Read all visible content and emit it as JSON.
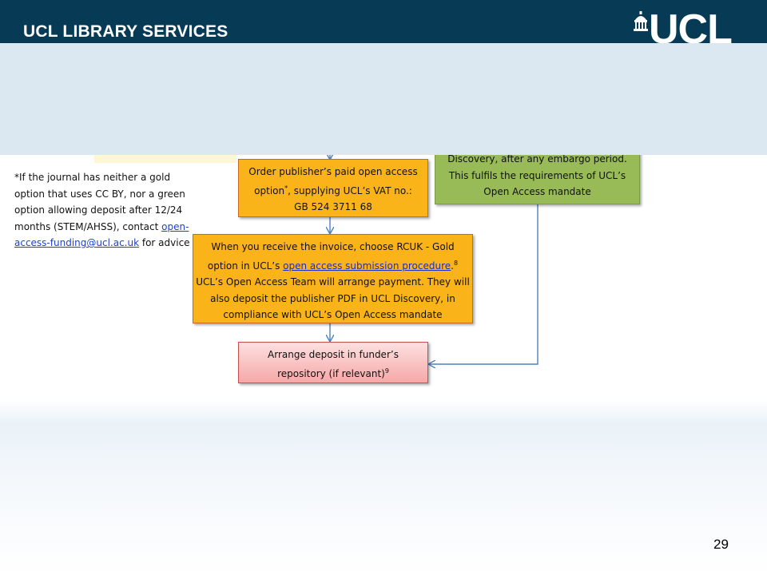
{
  "header": {
    "title": "UCL LIBRARY SERVICES",
    "logo_text": "UCL"
  },
  "footnote": {
    "marker": "*",
    "text_before": "If the journal has neither a gold option that uses CC BY, nor a green option allowing deposit after 12/24 months (STEM/AHSS), contact ",
    "link": "open-access-funding@ucl.ac.uk",
    "text_after": " for advice"
  },
  "flow": {
    "order_box": {
      "line1": "Order publisher’s paid open access",
      "line2_a": "option",
      "line2_sup": "*",
      "line2_b": ", supplying  UCL’s VAT no.:",
      "line3": "GB 524 3711 68"
    },
    "discovery_box": {
      "line1": "Discovery, after any embargo period.",
      "line2": "This fulfils the requirements of UCL’s",
      "line3": "Open Access mandate"
    },
    "invoice_box": {
      "line1": "When you receive the invoice, choose RCUK - Gold",
      "line2_a": "option in  UCL’s ",
      "line2_link": "open access submission procedure",
      "line2_b": ".",
      "line2_sup": "8",
      "line3": "UCL’s Open Access Team will arrange payment.  They will",
      "line4": "also deposit the publisher PDF in UCL Discovery, in",
      "line5": "compliance with UCL’s Open Access mandate"
    },
    "deposit_box": {
      "line1": "Arrange deposit in funder’s",
      "line2": "repository (if relevant)",
      "line2_sup": "9"
    }
  },
  "page_number": "29",
  "colors": {
    "header_bg": "#073b55",
    "band_bg": "#dbe8f1",
    "orange": "#fbb31a",
    "green": "#98bb58",
    "pink": "#f6a8a8",
    "arrow": "#4f81bd",
    "link": "#1f3fd0"
  }
}
